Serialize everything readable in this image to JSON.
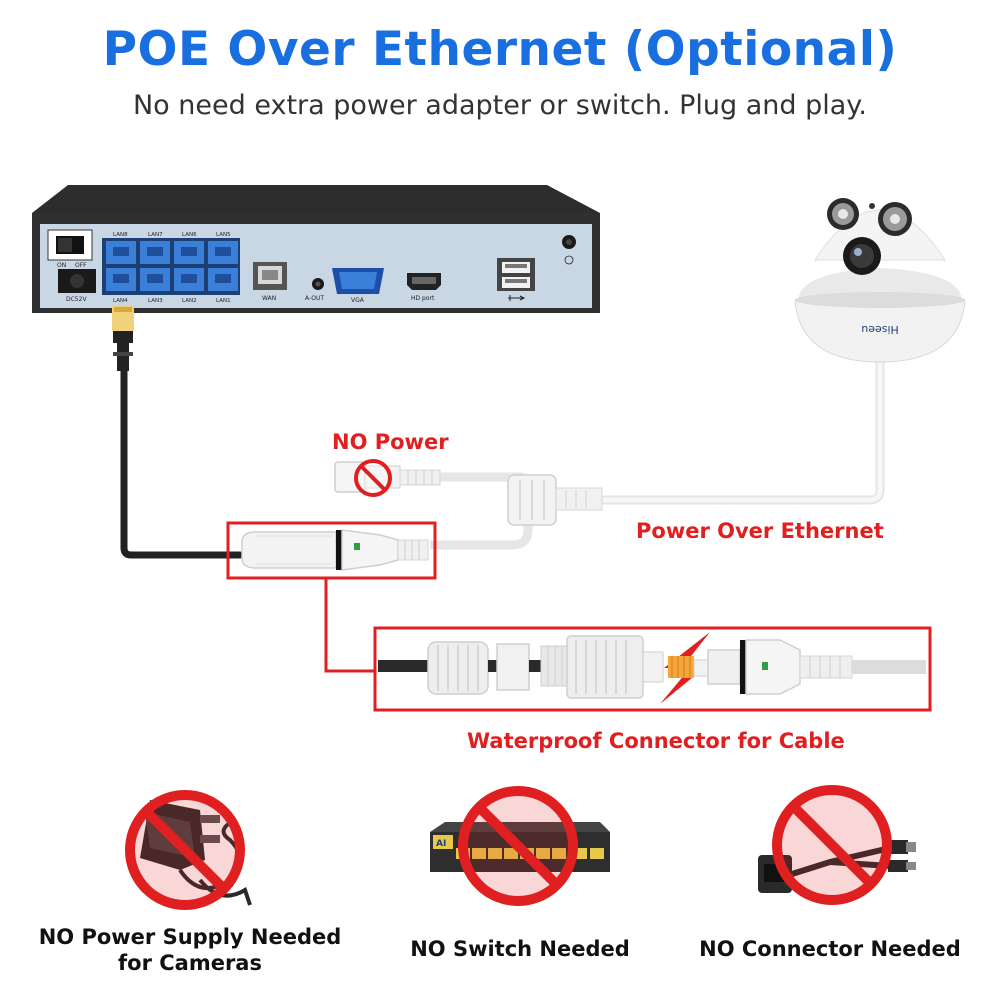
{
  "header": {
    "title": "POE Over Ethernet (Optional)",
    "subtitle": "No need extra power adapter or switch. Plug and play."
  },
  "nvr": {
    "switch_on": "ON",
    "switch_off": "OFF",
    "power_label": "DC52V",
    "lan_top": [
      "LAN8",
      "LAN7",
      "LAN6",
      "LAN5"
    ],
    "lan_bottom": [
      "LAN4",
      "LAN3",
      "LAN2",
      "LAN1"
    ],
    "wan": "WAN",
    "audio_out": "A-OUT",
    "vga": "VGA",
    "hdmi": "HD port"
  },
  "camera": {
    "brand": "Hiseeu"
  },
  "labels": {
    "no_power": "NO Power",
    "poe": "Power Over Ethernet",
    "waterproof": "Waterproof Connector for Cable"
  },
  "bottom": {
    "power_supply_line1": "NO Power Supply Needed",
    "power_supply_line2": "for Cameras",
    "switch": "NO Switch Needed",
    "connector": "NO Connector Needed",
    "switch_brand": "AI"
  },
  "colors": {
    "title_blue": "#1a6fe0",
    "warning_red": "#e02020",
    "nvr_panel": "#c9d6e4",
    "lan_port_blue": "#3a7fd8"
  }
}
